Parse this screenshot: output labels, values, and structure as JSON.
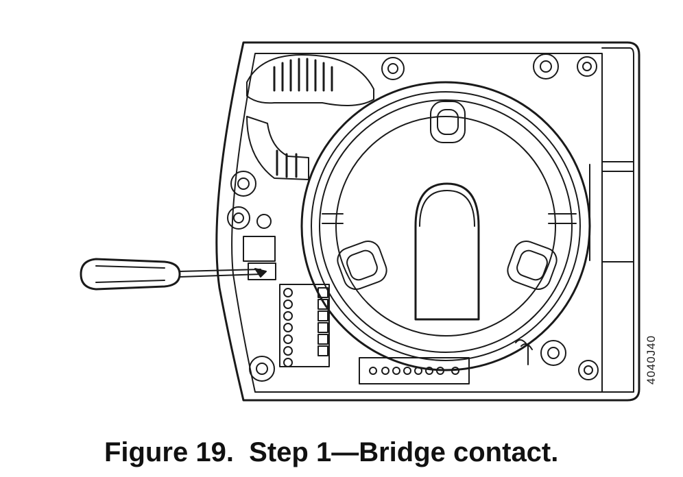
{
  "figure": {
    "caption": "Figure 19.  Step 1—Bridge contact.",
    "drawing_code": "4040J40",
    "subject": "actuator-housing-with-screwdriver-at-bridge-contact"
  },
  "colors": {
    "line": "#1a1a1a",
    "background": "#ffffff",
    "shade": "#d9d9d9"
  }
}
